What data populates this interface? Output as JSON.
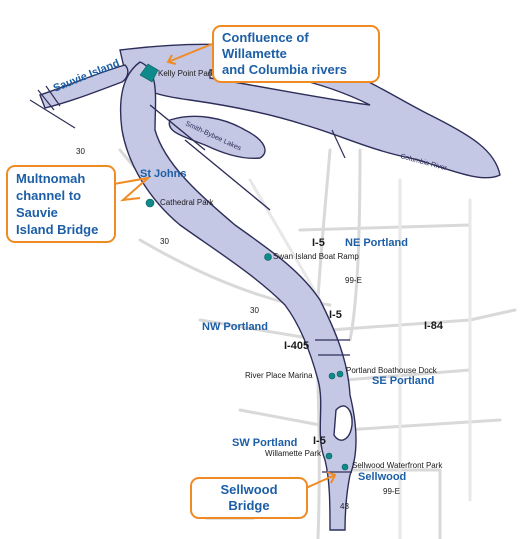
{
  "callouts": {
    "confluence": "Confluence of Willamette\nand Columbia rivers",
    "multnomah": "Multnomah\nchannel to Sauvie\nIsland Bridge",
    "sellwood": "Sellwood Bridge"
  },
  "areas": {
    "sauvie_island": "Sauvie Island",
    "st_johns": "St Johns",
    "ne_portland": "NE Portland",
    "nw_portland": "NW Portland",
    "se_portland": "SE Portland",
    "sw_portland": "SW Portland",
    "sellwood": "Sellwood"
  },
  "water": {
    "smith_bybee": "Smith-Bybee Lakes",
    "columbia": "Columbia River"
  },
  "places": {
    "kelly_point": "Kelly Point Park",
    "cathedral": "Cathedral Park",
    "swan_island": "Swan Island Boat Ramp",
    "boathouse": "Portland Boathouse Dock",
    "river_place": "River Place Marina",
    "willamette_park": "Willamette Park",
    "sellwood_waterfront": "Sellwood Waterfront Park"
  },
  "highways": {
    "h30a": "30",
    "h30b": "30",
    "h30c": "30",
    "i5a": "I-5",
    "i5b": "I-5",
    "i5c": "I-5",
    "h99e_a": "99-E",
    "h99e_b": "99-E",
    "i84": "I-84",
    "i405": "I-405",
    "h43": "43"
  },
  "colors": {
    "water": "#c5c8e4",
    "water_outline": "#2e2e5a",
    "park": "#0f8a8a",
    "area_label": "#1d5fa6",
    "callout_border": "#f08a24",
    "road": "#d6d6d6"
  }
}
